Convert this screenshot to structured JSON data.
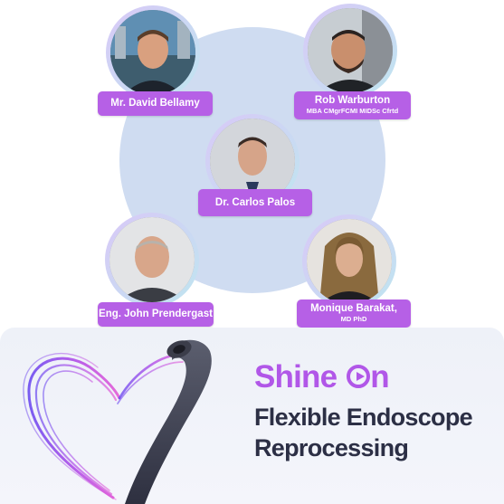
{
  "speakers": [
    {
      "name": "Mr. David Bellamy",
      "credentials": ""
    },
    {
      "name": "Rob Warburton",
      "credentials": "MBA CMgrFCMI MIDSc Cfrtd"
    },
    {
      "name": "Dr. Carlos Palos",
      "credentials": ""
    },
    {
      "name": "Eng. John  Prendergast",
      "credentials": ""
    },
    {
      "name": "Monique Barakat,",
      "credentials": "MD PhD"
    }
  ],
  "headline": {
    "line1_prefix": "Shine ",
    "line1_suffix": "n",
    "line2": "Flexible Endoscope",
    "line3": "Reprocessing"
  },
  "colors": {
    "badge": "#b660e6",
    "accent": "#b157e8",
    "circle": "#cfdcf1",
    "text_dark": "#2c2f45"
  },
  "icons": [
    "play-circle-icon",
    "heart-endoscope-illustration"
  ]
}
